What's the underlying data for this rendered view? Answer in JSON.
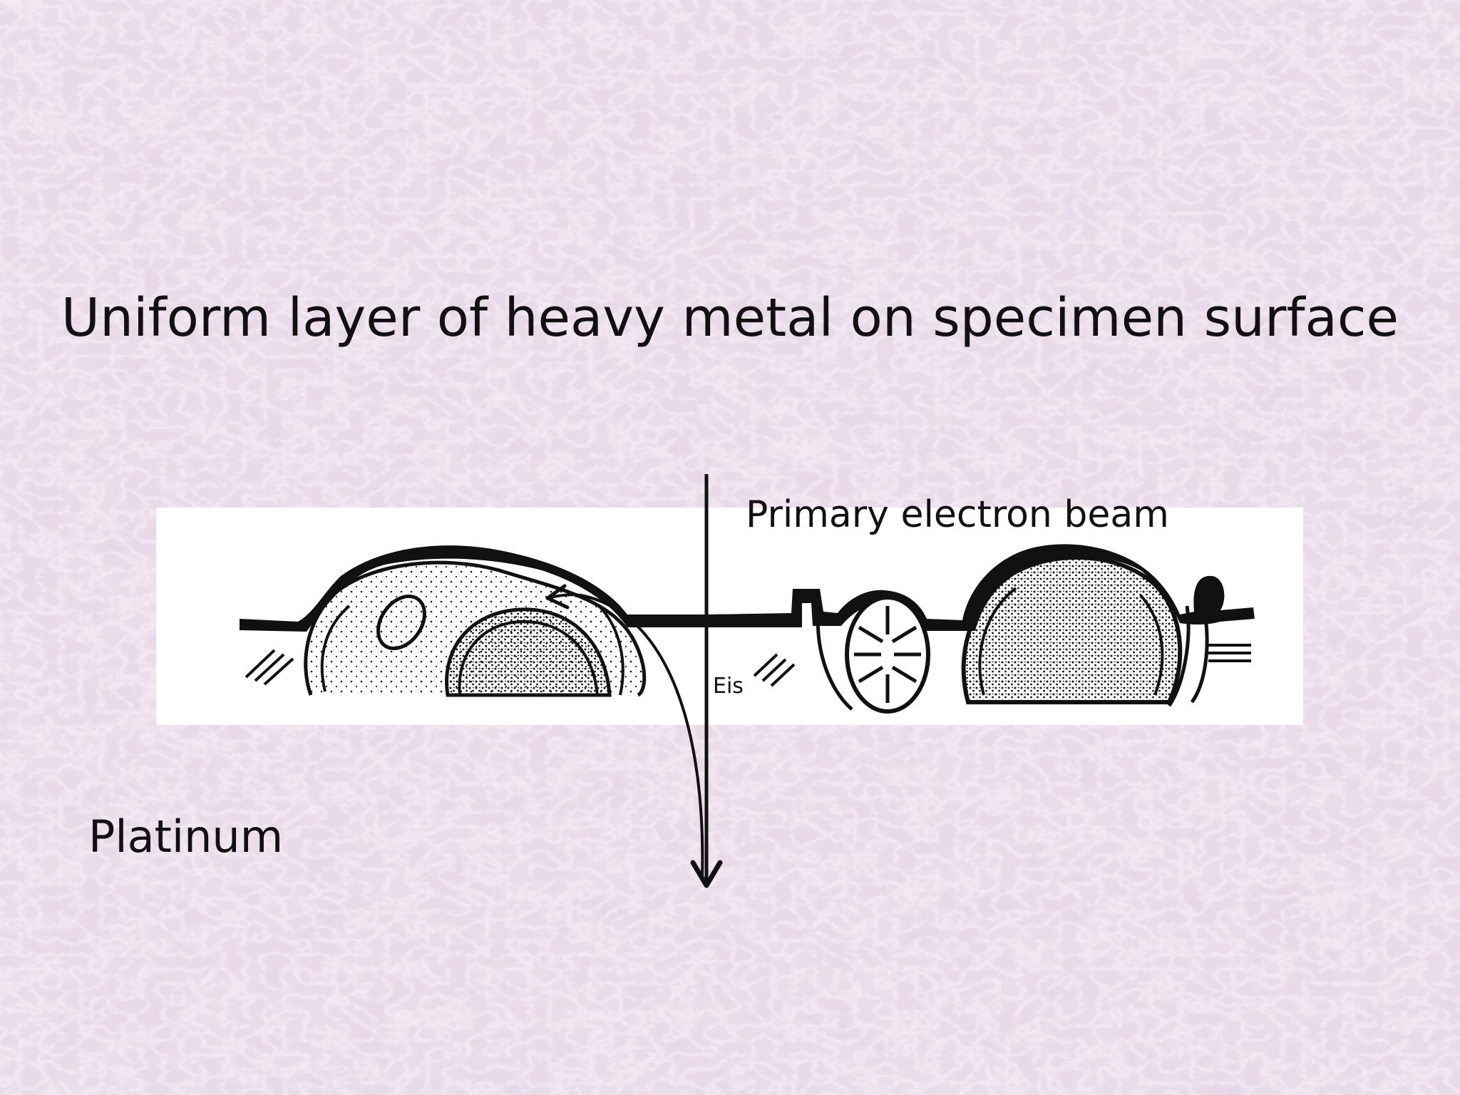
{
  "slide": {
    "title": "Uniform layer of heavy metal on specimen surface",
    "colors": {
      "background": "#ebdce9",
      "marble_vein": "#c9a9cf",
      "text": "#111111",
      "diagram_panel": "#ffffff",
      "ink": "#111111"
    }
  },
  "diagram": {
    "beam_label": "Primary electron beam",
    "platinum_label": "Platinum",
    "inset_label": "Eis"
  }
}
